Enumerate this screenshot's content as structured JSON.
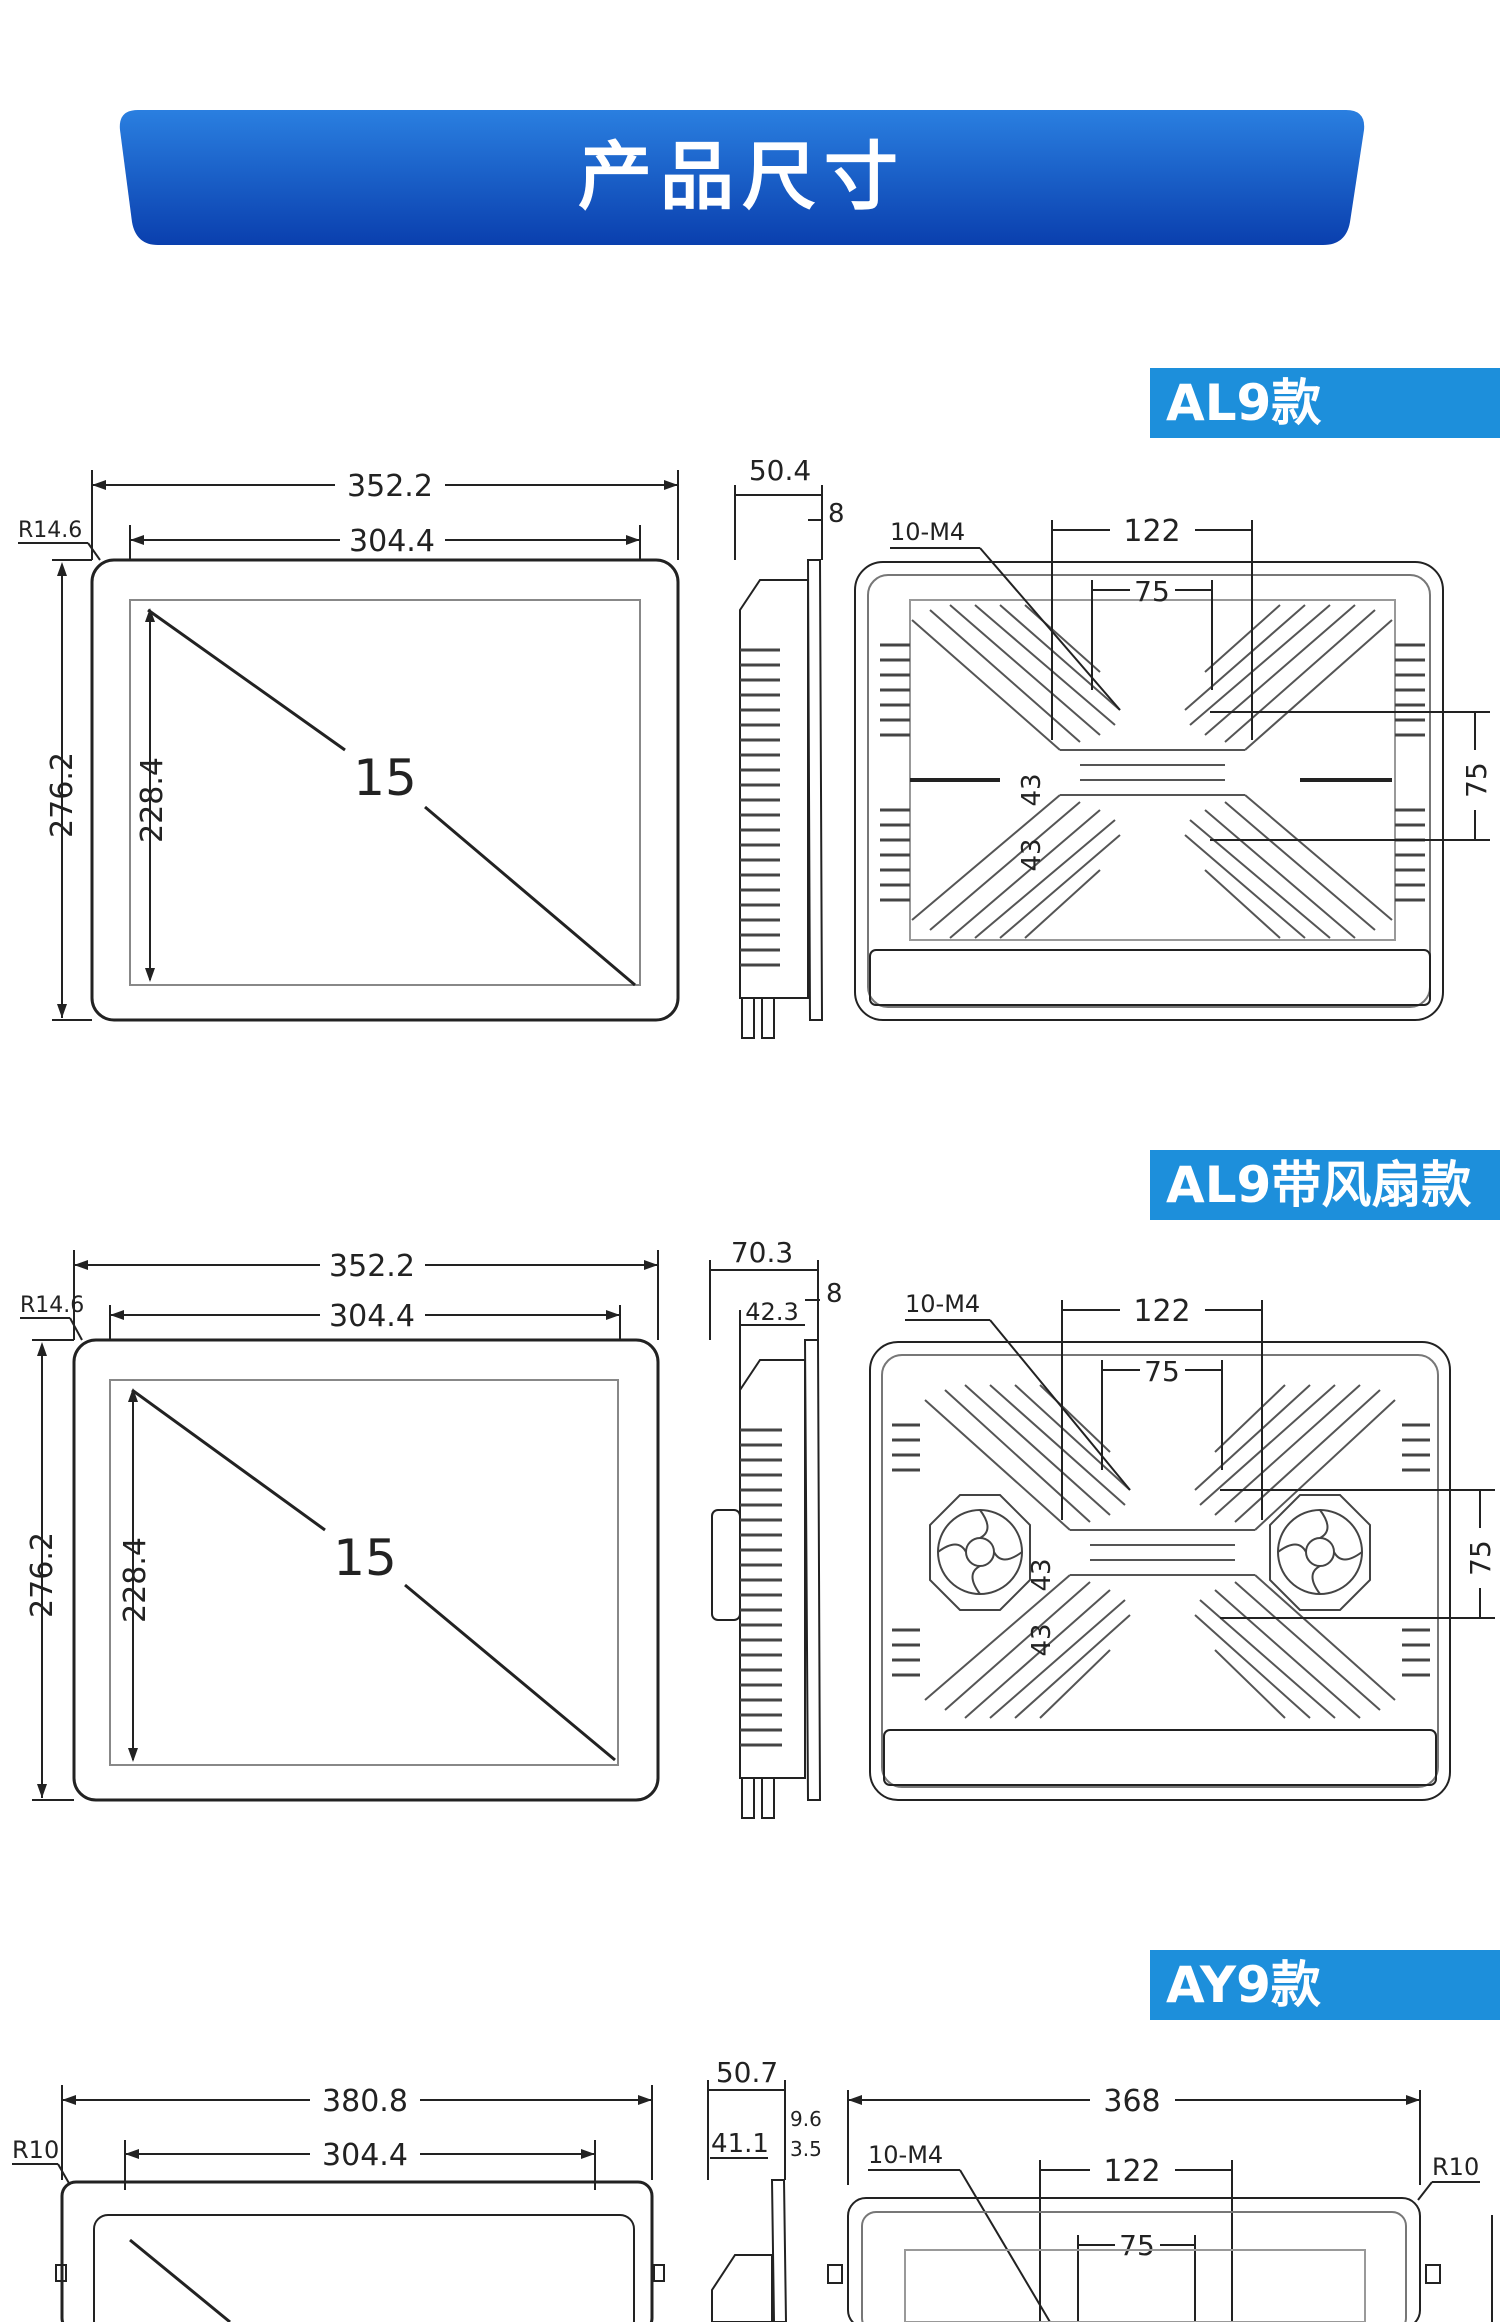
{
  "title": "产品尺寸",
  "colors": {
    "banner": "#1d8fdb",
    "line": "#222222",
    "fins": "#444444"
  },
  "models": [
    {
      "tag": "AL9款",
      "front": {
        "width": "352.2",
        "inner_width": "304.4",
        "radius": "R14.6",
        "height": "276.2",
        "inner_height": "228.4",
        "diagonal": "15"
      },
      "side": {
        "depth": "50.4",
        "bezel": "8"
      },
      "back": {
        "holes": "10-M4",
        "h_spacing": "122",
        "h_inner": "75",
        "v_a": "43",
        "v_b": "43",
        "v_right": "75"
      }
    },
    {
      "tag": "AL9带风扇款",
      "front": {
        "width": "352.2",
        "inner_width": "304.4",
        "radius": "R14.6",
        "height": "276.2",
        "inner_height": "228.4",
        "diagonal": "15"
      },
      "side": {
        "depth": "70.3",
        "inner_depth": "42.3",
        "bezel": "8"
      },
      "back": {
        "holes": "10-M4",
        "h_spacing": "122",
        "h_inner": "75",
        "v_a": "43",
        "v_b": "43",
        "v_right": "75"
      }
    },
    {
      "tag": "AY9款",
      "front": {
        "width": "380.8",
        "inner_width": "304.4",
        "radius": "R10"
      },
      "side": {
        "depth": "50.7",
        "inner_depth": "41.1",
        "top": "9.6",
        "bezel": "3.5"
      },
      "back": {
        "width": "368",
        "holes": "10-M4",
        "h_spacing": "122",
        "h_inner": "75",
        "radius": "R10"
      }
    }
  ]
}
